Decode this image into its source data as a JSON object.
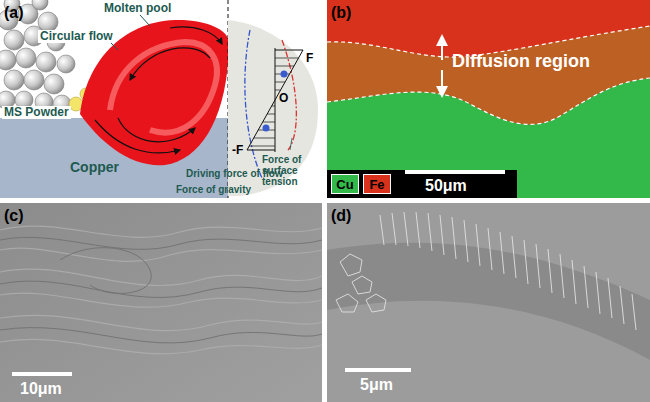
{
  "diagram": {
    "labels": [
      "(a)",
      "Molten pool",
      "Circular flow",
      "MS Powder",
      "Copper",
      "F",
      "O",
      "-F",
      "Force of surface tension",
      "Driving force of flow",
      "Force of gravity",
      "(b)",
      "Diffusion region",
      "50μm",
      "(c)",
      "10μm",
      "(d)",
      "5μm"
    ],
    "legend": [
      {
        "text": "Cu",
        "color": "#33b84a"
      },
      {
        "text": "Fe",
        "color": "#d8321c"
      }
    ]
  }
}
